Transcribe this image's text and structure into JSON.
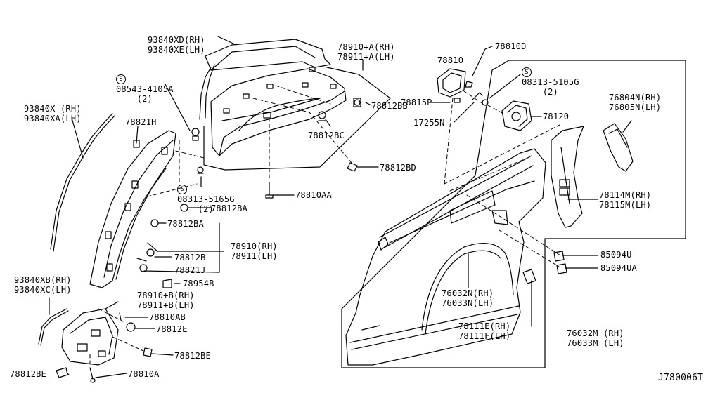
{
  "labels": {
    "l93840xd": [
      "93840XD(RH)",
      "93840XE(LH)"
    ],
    "l78910a": [
      "78910+A(RH)",
      "78911+A(LH)"
    ],
    "l08543": [
      "08543-4105A",
      "(2)"
    ],
    "l93840x": [
      "93840X (RH)",
      "93840XA(LH)"
    ],
    "l78821h": "78821H",
    "l78812bb": "78812BB",
    "l78812bc": "78812BC",
    "l78812bd": "78812BD",
    "l08313a": [
      "08313-5165G",
      "(2)"
    ],
    "l78810aa": "78810AA",
    "l78812ba1": "78812BA",
    "l78812ba2": "78812BA",
    "l78910": [
      "78910(RH)",
      "78911(LH)"
    ],
    "l78812b": "78812B",
    "l78821j": "78821J",
    "l78954b": "78954B",
    "l93840xb": [
      "93840XB(RH)",
      "93840XC(LH)"
    ],
    "l78910b": [
      "78910+B(RH)",
      "78911+B(LH)"
    ],
    "l78810ab": "78810AB",
    "l78812e": "78812E",
    "l78812be1": "78812BE",
    "l78812be2": "78812BE",
    "l78810a": "78810A",
    "l78810": "78810",
    "l78810d": "78810D",
    "l08313b": [
      "08313-5105G",
      "(2)"
    ],
    "l78815p": "78815P",
    "l17255n": "17255N",
    "l78120": "78120",
    "l76804n": [
      "76804N(RH)",
      "76805N(LH)"
    ],
    "l78114m": [
      "78114M(RH)",
      "78115M(LH)"
    ],
    "l85094u": "85094U",
    "l85094ua": "85094UA",
    "l76032n": [
      "76032N(RH)",
      "76033N(LH)"
    ],
    "l78111e": [
      "78111E(RH)",
      "78111F(LH)"
    ],
    "l76032m": [
      "76032M (RH)",
      "76033M (LH)"
    ],
    "diagramId": "J780006T"
  },
  "symbols": {
    "screwMark": "S"
  },
  "colors": {
    "line": "#000000",
    "background": "#ffffff"
  }
}
